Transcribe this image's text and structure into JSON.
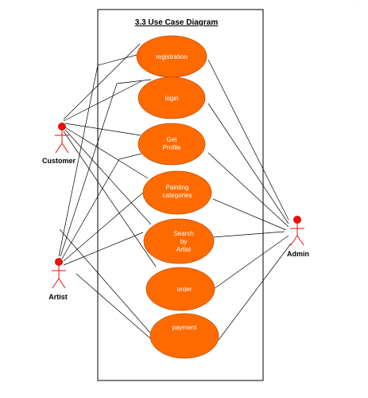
{
  "title": "3.3 Use Case Diagram",
  "colors": {
    "use_case_fill": "#ff6a00",
    "use_case_stroke": "#c84d00",
    "actor": "#e8100a",
    "boundary": "#000000"
  },
  "actors": {
    "customer": {
      "name": "Customer"
    },
    "artist": {
      "name": "Artist"
    },
    "admin": {
      "name": "Admin"
    }
  },
  "use_cases": {
    "registration": {
      "lines": [
        "registration"
      ]
    },
    "login": {
      "lines": [
        "login"
      ]
    },
    "get_profile": {
      "lines": [
        "Get",
        "Profile"
      ]
    },
    "painting_categories": {
      "lines": [
        "Painting",
        "categories"
      ]
    },
    "search_by_artist": {
      "lines": [
        "Search",
        "by",
        "Artist"
      ]
    },
    "order": {
      "lines": [
        "order"
      ]
    },
    "payment": {
      "lines": [
        "payment"
      ]
    }
  }
}
